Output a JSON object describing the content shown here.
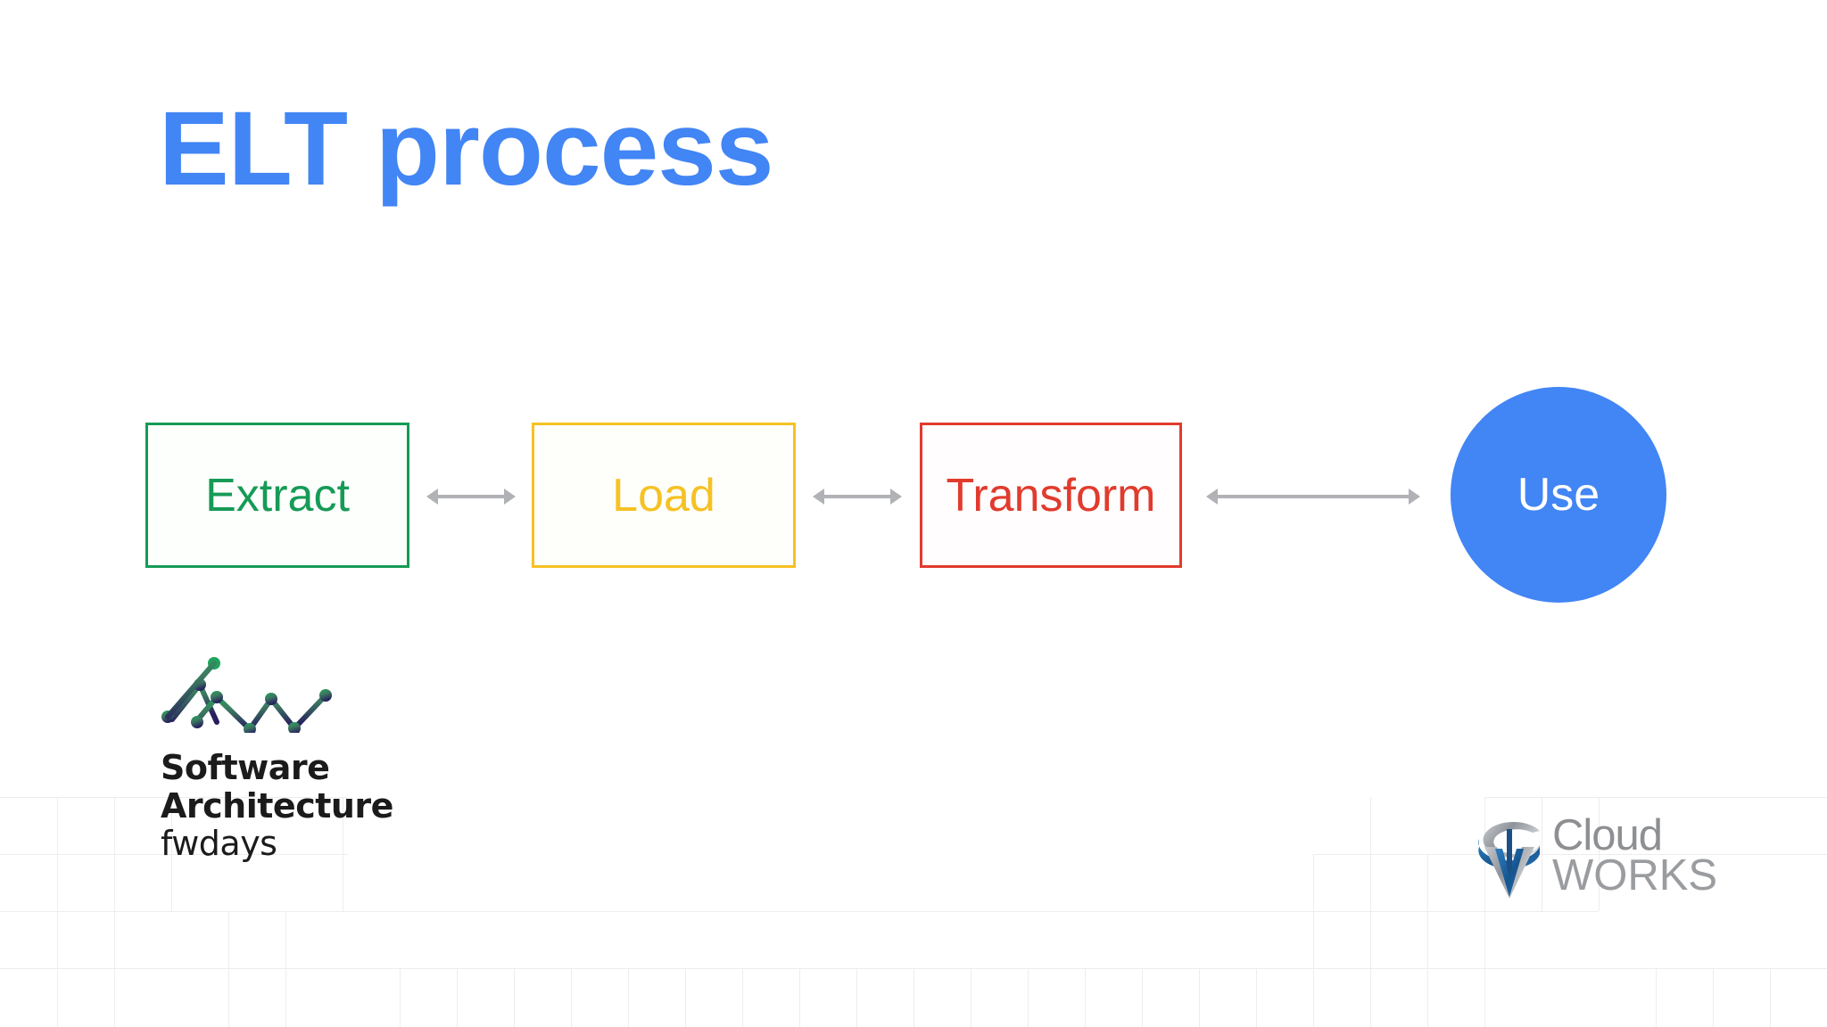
{
  "slide": {
    "title_strong": "ELT",
    "title_rest": " process",
    "background_color": "#ffffff",
    "title_color": "#4285f4"
  },
  "diagram": {
    "type": "flow",
    "orientation": "horizontal",
    "connector_label": "double-headed-arrow",
    "connector_color": "#b0b2b5",
    "nodes": [
      {
        "id": "extract",
        "label": "Extract",
        "shape": "rectangle",
        "color": "#169b56",
        "fill": "#fdfffd"
      },
      {
        "id": "load",
        "label": "Load",
        "shape": "rectangle",
        "color": "#f6c123",
        "fill": "#fefffb"
      },
      {
        "id": "transform",
        "label": "Transform",
        "shape": "rectangle",
        "color": "#e13b2d",
        "fill": "#fffdfd"
      },
      {
        "id": "use",
        "label": "Use",
        "shape": "circle",
        "color": "#ffffff",
        "fill": "#4285f4"
      }
    ],
    "edges": [
      {
        "from": "extract",
        "to": "load"
      },
      {
        "from": "load",
        "to": "transform"
      },
      {
        "from": "transform",
        "to": "use"
      }
    ]
  },
  "fwdays_logo": {
    "mark": "zigzag-chart-icon",
    "line1": "Software",
    "line2": "Architecture",
    "line3": "fwdays",
    "text_color": "#1b1b1b",
    "gradient_from": "#19a05a",
    "gradient_to": "#26215e"
  },
  "cloudworks_logo": {
    "mark": "cloudworks-cw-icon",
    "line1": "Cloud",
    "line2": "WORKS",
    "text_color": "#8d8f92",
    "mark_blue": "#1a66ad",
    "mark_silver": "#b9bcc0"
  }
}
